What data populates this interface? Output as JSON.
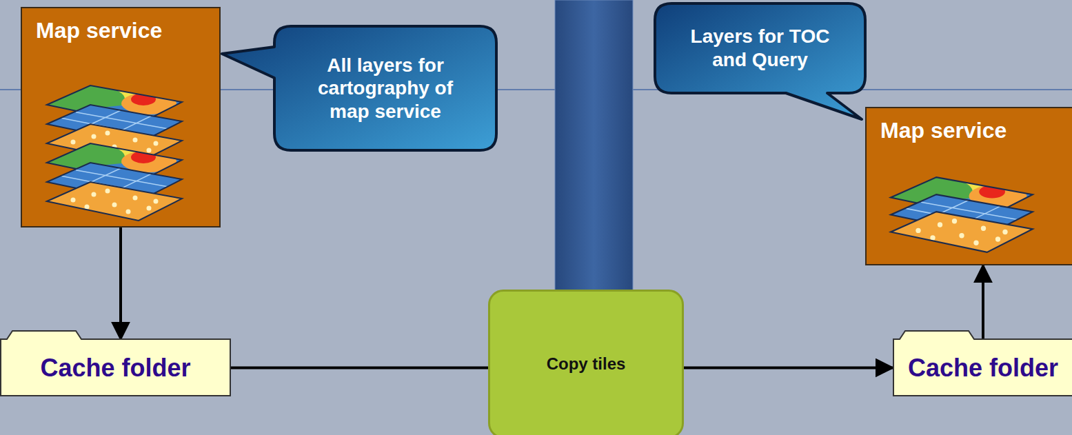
{
  "diagram": {
    "nodes": [
      {
        "text": [
          "Map service"
        ]
      },
      {
        "text": [
          "All layers for cartography of map service"
        ]
      },
      {
        "text": [
          "Layers for TOC and Query"
        ]
      },
      {
        "text": [
          "Map service"
        ]
      },
      {
        "text": [
          "Cache folder"
        ]
      },
      {
        "text": [
          "Copy tiles"
        ]
      },
      {
        "text": [
          "Cache folder"
        ]
      }
    ],
    "edges": [
      {
        "from": 0,
        "to": 4,
        "arrow": "to"
      },
      {
        "from": 4,
        "to": 5,
        "arrow": "none"
      },
      {
        "from": 5,
        "to": 6,
        "arrow": "to"
      },
      {
        "from": 6,
        "to": 3,
        "arrow": "to"
      }
    ]
  }
}
